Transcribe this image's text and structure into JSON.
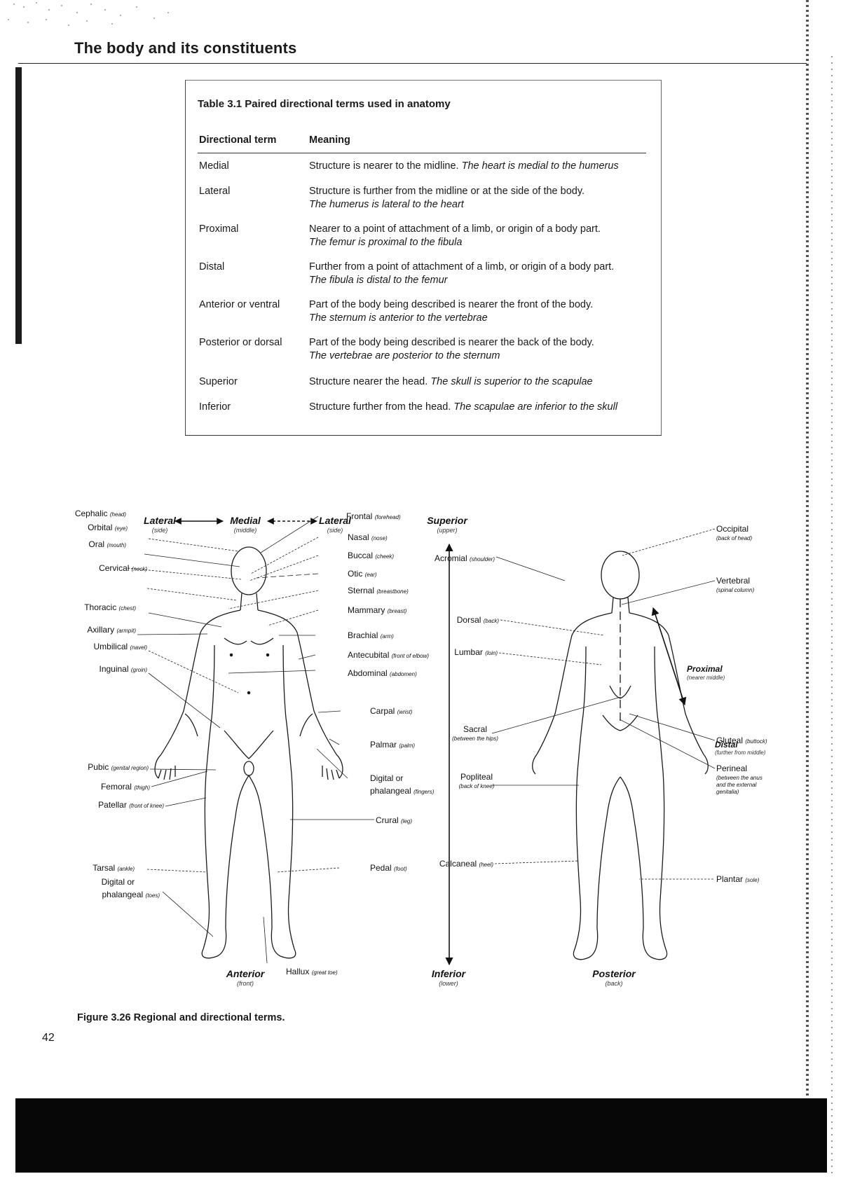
{
  "header": {
    "running_title": "The body and its constituents"
  },
  "table": {
    "caption": "Table 3.1 Paired directional terms used in anatomy",
    "col_term": "Directional term",
    "col_meaning": "Meaning",
    "rows": [
      {
        "term": "Medial",
        "meaning": "Structure is nearer to the midline.",
        "example": "The heart is medial to the humerus"
      },
      {
        "term": "Lateral",
        "meaning": "Structure is further from the midline or at the side of the body.",
        "example": "The humerus is lateral to the heart"
      },
      {
        "term": "Proximal",
        "meaning": "Nearer to a point of attachment of a limb, or origin of a body part.",
        "example": "The femur is proximal to the fibula"
      },
      {
        "term": "Distal",
        "meaning": "Further from a point of attachment of a limb, or origin of a body part.",
        "example": "The fibula is distal to the femur"
      },
      {
        "term": "Anterior or ventral",
        "meaning": "Part of the body being described is nearer the front of the body.",
        "example": "The sternum is anterior to the vertebrae"
      },
      {
        "term": "Posterior or dorsal",
        "meaning": "Part of the body being described is nearer the back of the body.",
        "example": "The vertebrae are posterior to the sternum"
      },
      {
        "term": "Superior",
        "meaning": "Structure nearer the head.",
        "example": "The skull is superior to the scapulae"
      },
      {
        "term": "Inferior",
        "meaning": "Structure further from the head.",
        "example": "The scapulae are inferior to the skull"
      }
    ]
  },
  "figure": {
    "caption_label": "Figure 3.26",
    "caption_text": "Regional and directional terms.",
    "directions": {
      "lateral": "Lateral",
      "lateral_sub": "(side)",
      "medial": "Medial",
      "medial_sub": "(middle)",
      "superior": "Superior",
      "superior_sub": "(upper)",
      "inferior": "Inferior",
      "inferior_sub": "(lower)",
      "anterior": "Anterior",
      "anterior_sub": "(front)",
      "posterior": "Posterior",
      "posterior_sub": "(back)",
      "proximal": "Proximal",
      "proximal_sub": "(nearer middle)",
      "distal": "Distal",
      "distal_sub": "(further from middle)"
    },
    "front_left_labels": [
      {
        "name": "Cephalic",
        "sub": "(head)"
      },
      {
        "name": "Orbital",
        "sub": "(eye)"
      },
      {
        "name": "Oral",
        "sub": "(mouth)"
      },
      {
        "name": "Cervical",
        "sub": "(neck)"
      },
      {
        "name": "Thoracic",
        "sub": "(chest)"
      },
      {
        "name": "Axillary",
        "sub": "(armpit)"
      },
      {
        "name": "Umbilical",
        "sub": "(navel)"
      },
      {
        "name": "Inguinal",
        "sub": "(groin)"
      },
      {
        "name": "Pubic",
        "sub": "(genital region)"
      },
      {
        "name": "Femoral",
        "sub": "(thigh)"
      },
      {
        "name": "Patellar",
        "sub": "(front of knee)"
      },
      {
        "name": "Tarsal",
        "sub": "(ankle)"
      },
      {
        "name": "Digital or",
        "sub": ""
      },
      {
        "name": "phalangeal",
        "sub": "(toes)"
      }
    ],
    "front_right_labels": [
      {
        "name": "Frontal",
        "sub": "(forehead)"
      },
      {
        "name": "Nasal",
        "sub": "(nose)"
      },
      {
        "name": "Buccal",
        "sub": "(cheek)"
      },
      {
        "name": "Otic",
        "sub": "(ear)"
      },
      {
        "name": "Sternal",
        "sub": "(breastbone)"
      },
      {
        "name": "Mammary",
        "sub": "(breast)"
      },
      {
        "name": "Brachial",
        "sub": "(arm)"
      },
      {
        "name": "Antecubital",
        "sub": "(front of elbow)"
      },
      {
        "name": "Abdominal",
        "sub": "(abdomen)"
      },
      {
        "name": "Carpal",
        "sub": "(wrist)"
      },
      {
        "name": "Palmar",
        "sub": "(palm)"
      },
      {
        "name": "Digital or",
        "sub": ""
      },
      {
        "name": "phalangeal",
        "sub": "(fingers)"
      },
      {
        "name": "Crural",
        "sub": "(leg)"
      },
      {
        "name": "Pedal",
        "sub": "(foot)"
      }
    ],
    "hallux": {
      "name": "Hallux",
      "sub": "(great toe)"
    },
    "back_left_labels": [
      {
        "name": "Acromial",
        "sub": "(shoulder)"
      },
      {
        "name": "Dorsal",
        "sub": "(back)"
      },
      {
        "name": "Lumbar",
        "sub": "(loin)"
      },
      {
        "name": "Sacral",
        "sub": ""
      },
      {
        "name": "",
        "sub": "(between the hips)"
      },
      {
        "name": "Popliteal",
        "sub": ""
      },
      {
        "name": "",
        "sub": "(back of knee)"
      },
      {
        "name": "Calcaneal",
        "sub": "(heel)"
      }
    ],
    "back_right_labels": [
      {
        "name": "Occipital",
        "sub": "(back of head)"
      },
      {
        "name": "Vertebral",
        "sub": "(spinal column)"
      },
      {
        "name": "Gluteal",
        "sub": "(buttock)"
      },
      {
        "name": "Perineal",
        "sub": "(between the anus"
      },
      {
        "name": "",
        "sub": "and the external"
      },
      {
        "name": "",
        "sub": "genitalia)"
      },
      {
        "name": "Plantar",
        "sub": "(sole)"
      }
    ]
  },
  "page_number": "42"
}
